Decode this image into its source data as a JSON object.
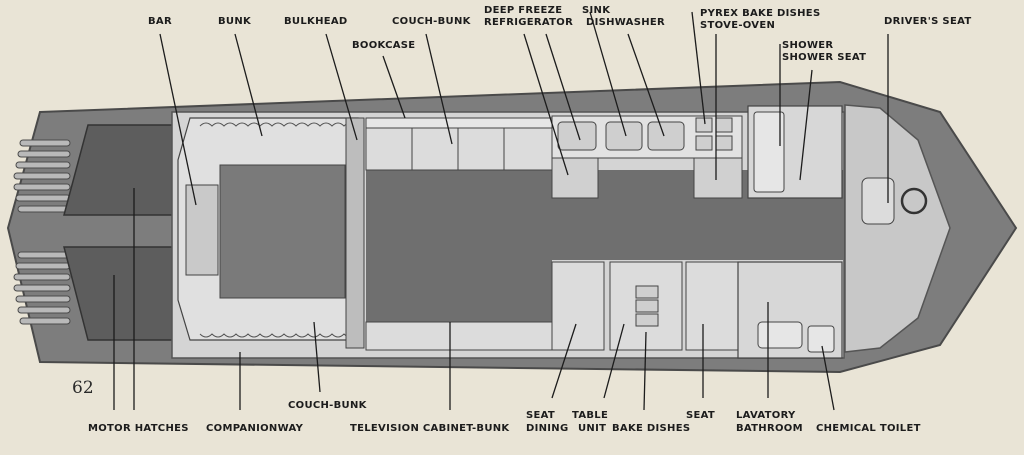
{
  "page_number": "62",
  "labels": {
    "bar": "BAR",
    "bunk": "BUNK",
    "bulkhead": "BULKHEAD",
    "bookcase": "BOOKCASE",
    "couch_bunk_top": "COUCH-BUNK",
    "deep_freeze": "DEEP FREEZE",
    "refrigerator": "REFRIGERATOR",
    "sink": "SINK",
    "dishwasher": "DISHWASHER",
    "pyrex_bake_dishes": "PYREX BAKE DISHES",
    "stove_oven": "STOVE-OVEN",
    "shower": "SHOWER",
    "shower_seat": "SHOWER SEAT",
    "drivers_seat": "DRIVER'S SEAT",
    "couch_bunk_bottom": "COUCH-BUNK",
    "motor_hatches": "MOTOR HATCHES",
    "companionway": "COMPANIONWAY",
    "television_cabinet_bunk": "TELEVISION CABINET-BUNK",
    "seat_left": "SEAT",
    "dining": "DINING",
    "table": "TABLE",
    "unit": "UNIT",
    "bake_dishes": "BAKE DISHES",
    "seat_right": "SEAT",
    "lavatory": "LAVATORY",
    "bathroom": "BATHROOM",
    "chemical_toilet": "CHEMICAL TOILET"
  },
  "colors": {
    "paper": "#e9e4d6",
    "hull": "#7d7d7d",
    "hull_edge": "#4a4a4a",
    "deck": "#cfcfcf",
    "floor": "#767676",
    "furniture": "#dcdcdc",
    "ink": "#1c1c1c"
  }
}
